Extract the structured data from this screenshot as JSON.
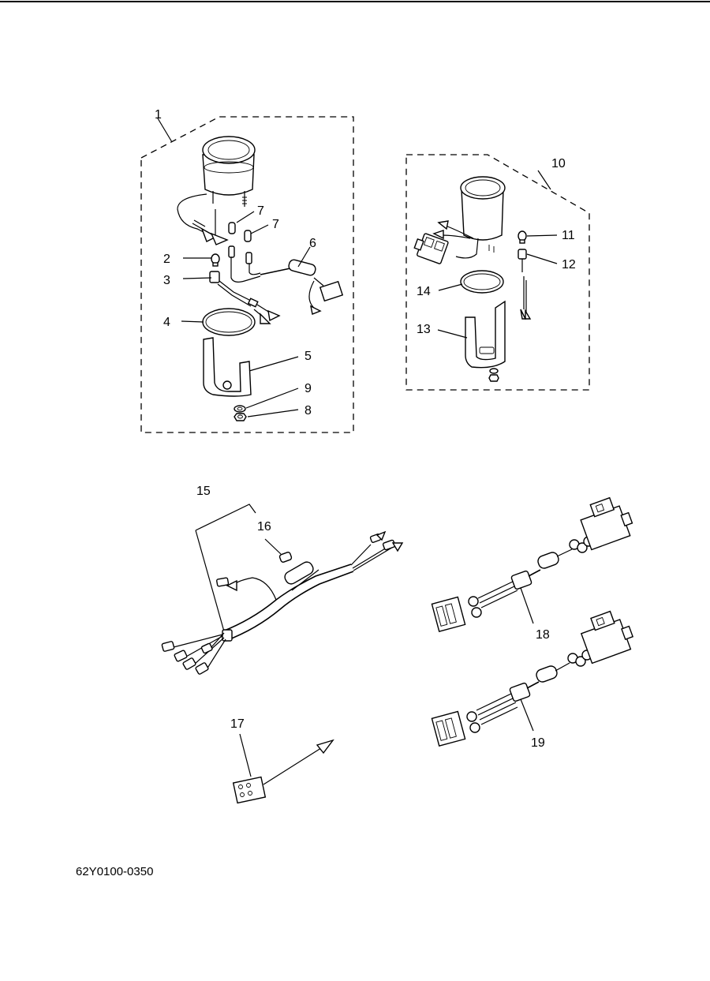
{
  "drawing_code": "62Y0100-0350",
  "callouts": [
    "1",
    "2",
    "3",
    "4",
    "5",
    "6",
    "7",
    "7",
    "8",
    "9",
    "10",
    "11",
    "12",
    "13",
    "14",
    "15",
    "16",
    "17",
    "18",
    "19"
  ]
}
